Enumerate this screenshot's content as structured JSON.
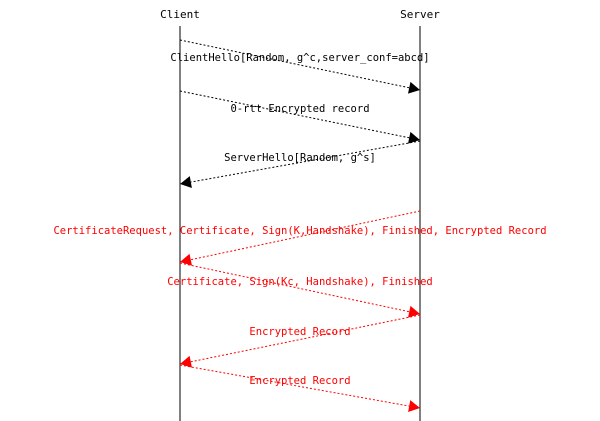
{
  "participants": {
    "client": "Client",
    "server": "Server"
  },
  "colors": {
    "plain": "#000000",
    "encrypted": "#ff0000",
    "background": "#ffffff"
  },
  "messages": [
    {
      "label": "ClientHello[Random, g^c,server_conf=abcd]",
      "from": "client",
      "to": "server",
      "encrypted": false
    },
    {
      "label": "0-rtt Encrypted record",
      "from": "client",
      "to": "server",
      "encrypted": false
    },
    {
      "label": "ServerHello[Random, g^s]",
      "from": "server",
      "to": "client",
      "encrypted": false
    },
    {
      "label": "CertificateRequest, Certificate, Sign(K,Handshake), Finished, Encrypted Record",
      "from": "server",
      "to": "client",
      "encrypted": true
    },
    {
      "label": "Certificate, Sign(Kc, Handshake), Finished",
      "from": "client",
      "to": "server",
      "encrypted": true
    },
    {
      "label": "Encrypted Record",
      "from": "server",
      "to": "client",
      "encrypted": true
    },
    {
      "label": "Encrypted Record",
      "from": "client",
      "to": "server",
      "encrypted": true
    }
  ]
}
